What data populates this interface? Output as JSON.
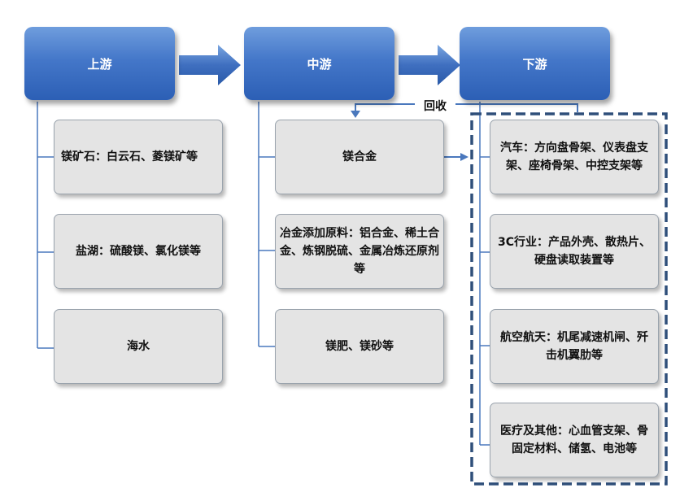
{
  "headers": {
    "upstream": "上游",
    "midstream": "中游",
    "downstream": "下游"
  },
  "upstream_items": [
    "镁矿石：白云石、菱镁矿等",
    "盐湖：硫酸镁、氯化镁等",
    "海水"
  ],
  "midstream_items": [
    "镁合金",
    "冶金添加原料：铝合金、稀土合金、炼钢脱硫、金属冶炼还原剂等",
    "镁肥、镁砂等"
  ],
  "downstream_items": [
    "汽车：方向盘骨架、仪表盘支架、座椅骨架、中控支架等",
    "3C行业：产品外壳、散热片、硬盘读取装置等",
    "航空航天：机尾减速机闸、歼击机翼肋等",
    "医疗及其他：心血管支架、骨固定材料、储氢、电池等"
  ],
  "recycle_label": "回收",
  "colors": {
    "header_blue": "#4477c9",
    "arrow_blue": "#3f6fc0",
    "line_blue": "#4a78bd",
    "dashed_border": "#2f4f7a",
    "box_fill": "#e4e4e4"
  }
}
